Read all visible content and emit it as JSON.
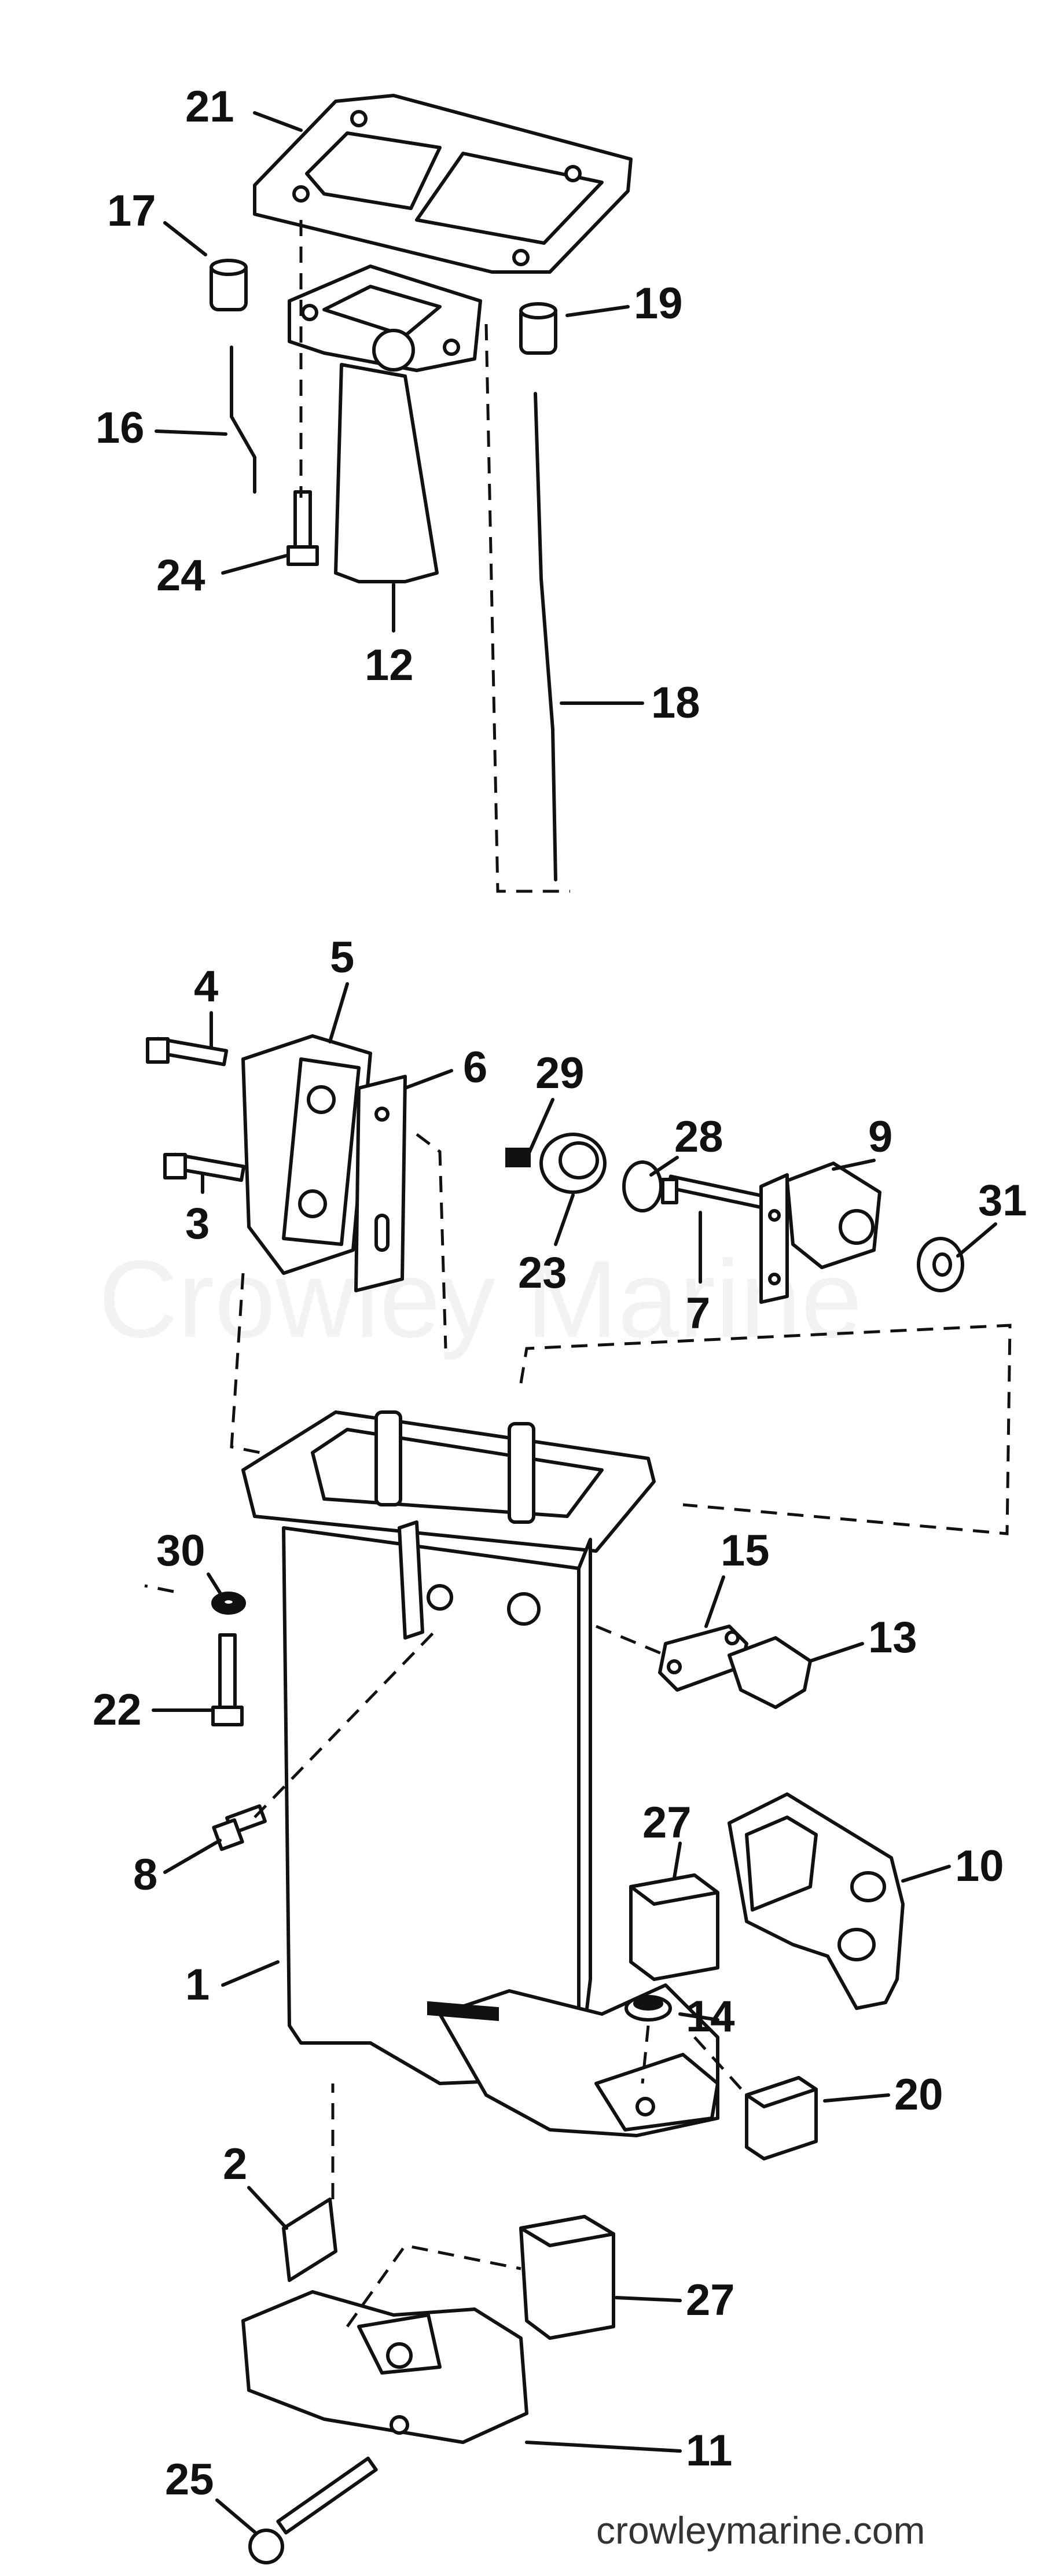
{
  "watermark": "Crowley Marine",
  "footer": "crowleymarine.com",
  "callouts": [
    "21",
    "17",
    "19",
    "16",
    "24",
    "12",
    "18",
    "4",
    "5",
    "6",
    "29",
    "28",
    "9",
    "31",
    "3",
    "23",
    "7",
    "30",
    "15",
    "13",
    "22",
    "27",
    "10",
    "8",
    "1",
    "14",
    "20",
    "2",
    "27",
    "11",
    "25"
  ]
}
